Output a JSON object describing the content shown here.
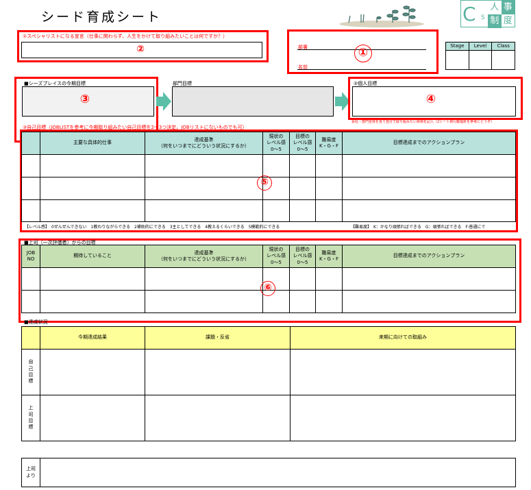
{
  "title": "シード育成シート",
  "logo": {
    "letter": "C",
    "sub": "S",
    "chars": [
      "人",
      "事",
      "制",
      "度"
    ],
    "color": "#5bb3a0"
  },
  "declaration": {
    "label": "①スペシャリストになる宣言（仕事に関わらず、人生をかけて取り組みたいことは何ですか？）",
    "marker": "②"
  },
  "profile": {
    "dept_label": "部署",
    "name_label": "名前",
    "marker": "①"
  },
  "stage_table": {
    "headers": [
      "Stage",
      "Level",
      "Class"
    ]
  },
  "company_goal": {
    "label": "■シーズプレイスの今期目標",
    "marker": "③"
  },
  "dept_goal": {
    "label": "部門目標"
  },
  "personal_goal": {
    "label": "②個人目標",
    "marker": "④",
    "note": "会社・部門全体を見て自分で取り組みたい目標を記入（2シート目行動指針を参考にどうぞ）"
  },
  "self_goal": {
    "caption": "③自己目標（JOBLISTを参考に今期取り組みたい自己目標を2〜3つ決定。JOBリストにないものでも可）",
    "marker": "⑤",
    "headers": [
      "",
      "主要な具体的仕事",
      "達成基準\n（何をいつまでにどういう状況にするか）",
      "現状の\nレベル感\n0〜5",
      "目標の\nレベル感\n0〜5",
      "難易度\nK・G・F",
      "目標達成までのアクションプラン"
    ],
    "legend_level": "【レベル感】　0ぜんぜんできない　1教わりながらできる　2補助的にできる　3主としてできる　4教えるくらいできる　5模範的にできる",
    "legend_difficulty": "【難易度】　K：かなり頑張ればできる　G：頑張ればできる　F:普通にで"
  },
  "boss_goal": {
    "caption": "■上司（一次評価者）からの目標",
    "marker": "⑥",
    "headers": [
      "JOB\nNO",
      "期待していること",
      "達成基準\n（何をいつまでにどういう状況にするか）",
      "現状の\nレベル感\n0〜5",
      "目標の\nレベル感\n0〜5",
      "難易度\nK・G・F",
      "目標達成までのアクションプラン"
    ]
  },
  "achievement": {
    "caption": "■達成状況",
    "headers": [
      "",
      "今期達成結果",
      "課題・反省",
      "来期に向けての取組み"
    ],
    "rows": [
      "自\n己\n目\n標",
      "上\n司\n目\n標"
    ]
  },
  "boss_comment": {
    "label": "上司\nより"
  }
}
